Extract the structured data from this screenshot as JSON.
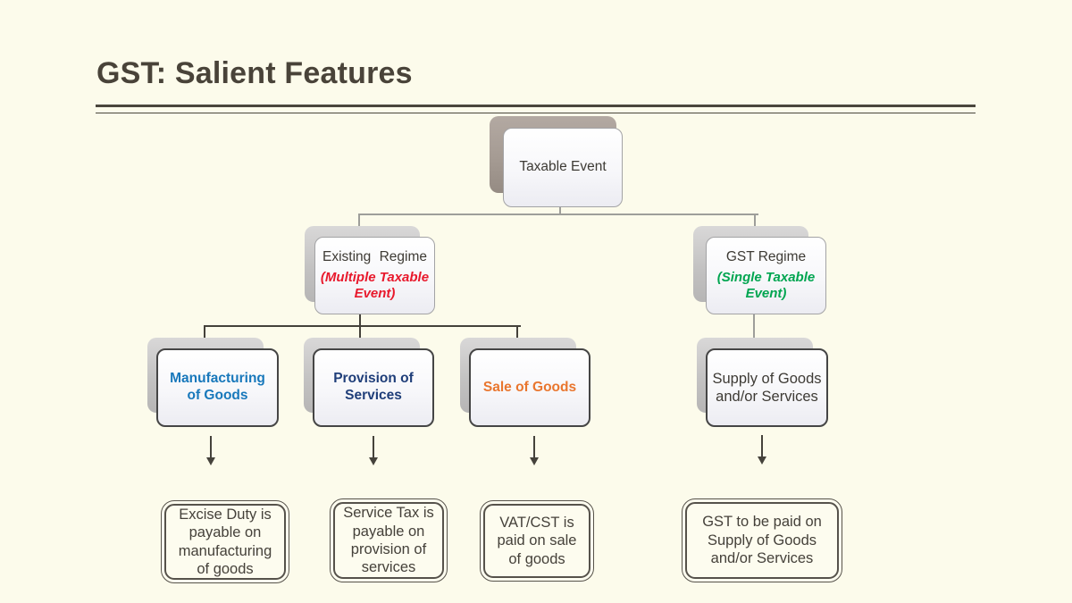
{
  "slide": {
    "title": "GST: Salient Features"
  },
  "colors": {
    "background": "#FCFBEB",
    "title": "#494339",
    "rule": "#4A463D",
    "red": "#E8192C",
    "green": "#00A550",
    "blue": "#1878BB",
    "navy": "#1F3E79",
    "orange": "#E9762E",
    "dark_text": "#3E3B35"
  },
  "diagram": {
    "root": {
      "label": "Taxable Event"
    },
    "existing": {
      "label": "Existing Regime",
      "sublabel": "(Multiple Taxable Event)"
    },
    "gst": {
      "label": "GST Regime",
      "sublabel": "(Single Taxable Event)"
    },
    "level3": {
      "manufacturing": {
        "label": "Manufacturing of Goods"
      },
      "provision": {
        "label": "Provision of Services"
      },
      "sale": {
        "label": "Sale of Goods"
      },
      "supply": {
        "label": "Supply of Goods and/or Services"
      }
    },
    "outcomes": {
      "excise": "Excise Duty is payable on manufacturing of goods",
      "service_tax": "Service Tax is payable on provision of services",
      "vat": "VAT/CST is paid on sale of goods",
      "gst": "GST to be paid on Supply of Goods and/or Services"
    }
  }
}
